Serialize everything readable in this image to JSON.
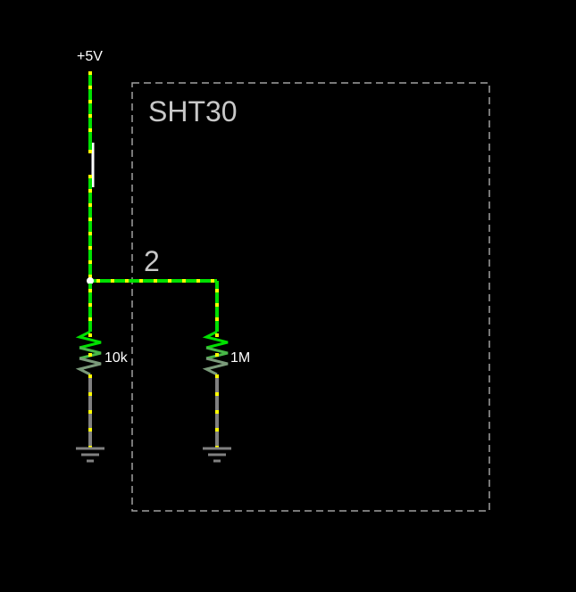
{
  "supply_label": "+5V",
  "subcircuit_label": "SHT30",
  "node_label": "2",
  "resistor_left_label": "10k",
  "resistor_right_label": "1M",
  "colors": {
    "background": "#000000",
    "wire_active": "#00e000",
    "wire_inactive": "#808080",
    "current_dots": "#ffff00",
    "box_border": "#a0a0a0",
    "switch": "#ffffff"
  }
}
